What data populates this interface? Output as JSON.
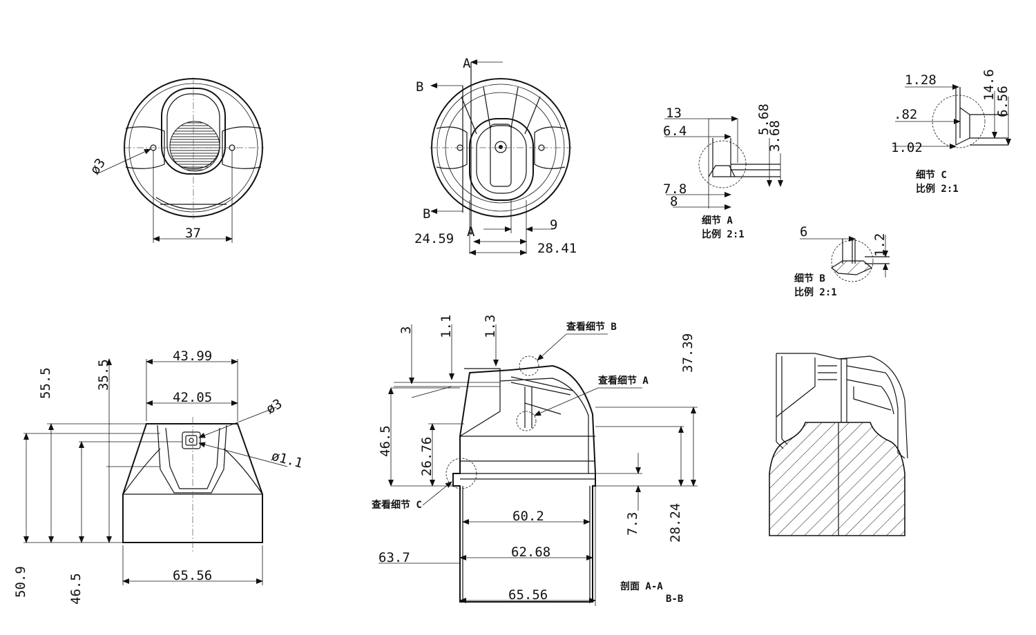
{
  "views": {
    "front": {
      "dims": {
        "d3": "ø3",
        "w37": "37"
      }
    },
    "top": {
      "labels": {
        "a": "A",
        "b_top": "B",
        "b_bottom": "B",
        "a_bottom": "A"
      },
      "dims": {
        "d9": "9",
        "d2459": "24.59",
        "d2841": "28.41"
      }
    },
    "side": {
      "dims": {
        "d4399": "43.99",
        "d4205": "42.05",
        "d555": "55.5",
        "d355": "35.5",
        "d3": "ø3",
        "d11": "ø1.1",
        "d6556": "65.56",
        "d509": "50.9",
        "d465": "46.5"
      }
    },
    "section": {
      "dims": {
        "d3": "3",
        "d11": "1.1",
        "d13": "1.3",
        "d3739": "37.39",
        "d465": "46.5",
        "d2676": "26.76",
        "d602": "60.2",
        "d73": "7.3",
        "d2824": "28.24",
        "d637": "63.7",
        "d6268": "62.68",
        "d6556": "65.56"
      },
      "notes": {
        "see_b": "查看细节 B",
        "see_a": "查看细节 A",
        "see_c": "查看细节 C",
        "title_aa": "剖面 A-A",
        "title_bb": "B-B"
      }
    }
  },
  "details": {
    "a": {
      "title": "细节 A",
      "scale": "比例 2:1",
      "dims": {
        "d13": "13",
        "d64": "6.4",
        "d78": "7.8",
        "d8": "8",
        "d568": "5.68",
        "d368": "3.68"
      }
    },
    "b": {
      "title": "细节 B",
      "scale": "比例 2:1",
      "dims": {
        "d6": "6",
        "d12": "1.2"
      }
    },
    "c": {
      "title": "细节 C",
      "scale": "比例 2:1",
      "dims": {
        "d128": "1.28",
        "d82": ".82",
        "d102": "1.02",
        "d146": "14.6",
        "d656": "6.56"
      }
    }
  }
}
